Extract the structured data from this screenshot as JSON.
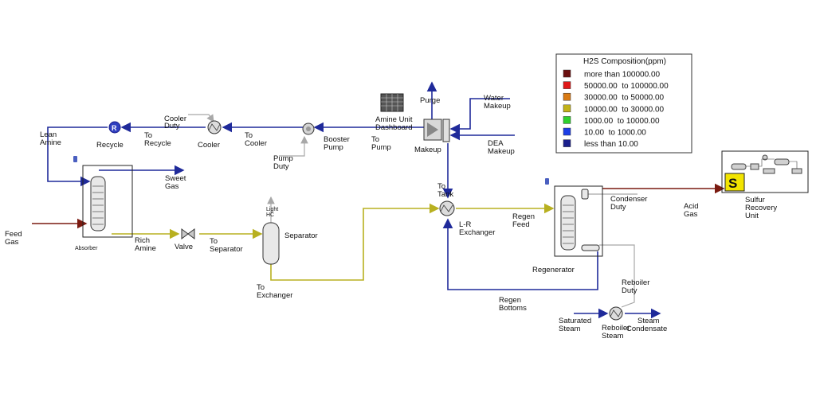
{
  "streams": {
    "feed_gas": [
      "Feed",
      "Gas"
    ],
    "lean_amine": [
      "Lean",
      "Amine"
    ],
    "recycle": "Recycle",
    "to_recycle": [
      "To",
      "Recycle"
    ],
    "cooler_duty": [
      "Cooler",
      "Duty"
    ],
    "cooler": "Cooler",
    "to_cooler": [
      "To",
      "Cooler"
    ],
    "booster_pump": [
      "Booster",
      "Pump"
    ],
    "pump_duty": [
      "Pump",
      "Duty"
    ],
    "to_pump": [
      "To",
      "Pump"
    ],
    "amine_unit_dashboard": [
      "Amine Unit",
      "Dashboard"
    ],
    "purge": "Purge",
    "makeup": "Makeup",
    "water_makeup": [
      "Water",
      "Makeup"
    ],
    "dea_makeup": [
      "DEA",
      "Makeup"
    ],
    "sweet_gas": [
      "Sweet",
      "Gas"
    ],
    "absorber": "Absorber",
    "rich_amine": [
      "Rich",
      "Amine"
    ],
    "valve": "Valve",
    "to_separator": [
      "To",
      "Separator"
    ],
    "light_hc": [
      "Light",
      "HC"
    ],
    "separator": "Separator",
    "to_exchanger": [
      "To",
      "Exchanger"
    ],
    "to_tank": [
      "To",
      "Tank"
    ],
    "lr_exchanger": [
      "L-R",
      "Exchanger"
    ],
    "regen_feed": [
      "Regen",
      "Feed"
    ],
    "condenser_duty": [
      "Condenser",
      "Duty"
    ],
    "regenerator": "Regenerator",
    "acid_gas": [
      "Acid",
      "Gas"
    ],
    "sulfur_recovery_unit": [
      "Sulfur",
      "Recovery",
      "Unit"
    ],
    "reboiler_duty": [
      "Reboiler",
      "Duty"
    ],
    "regen_bottoms": [
      "Regen",
      "Bottoms"
    ],
    "saturated_steam": [
      "Saturated",
      "Steam"
    ],
    "reboiler_steam": [
      "Reboiler",
      "Steam"
    ],
    "steam_condensate": [
      "Steam",
      "Condensate"
    ],
    "recycle_glyph": "R",
    "sulfur_glyph": "S"
  },
  "legend": {
    "title": "H2S Composition(ppm)",
    "items": [
      {
        "label": "more than 100000.00",
        "color": "#6b0f0f"
      },
      {
        "label": "50000.00  to 100000.00",
        "color": "#e01818"
      },
      {
        "label": "30000.00  to 50000.00",
        "color": "#d97a14"
      },
      {
        "label": "10000.00  to 30000.00",
        "color": "#c2b21a"
      },
      {
        "label": "1000.00  to 10000.00",
        "color": "#2ed12e"
      },
      {
        "label": "10.00  to 1000.00",
        "color": "#1c3ee6"
      },
      {
        "label": "less than 10.00",
        "color": "#1a1f8c"
      }
    ]
  },
  "colors": {
    "lean_stream": "#1f2a9a",
    "rich_stream": "#b8b020",
    "acid_stream": "#7a1a10",
    "energy_stream": "#a8a8a8",
    "sulfur_badge": "#f2e400"
  }
}
